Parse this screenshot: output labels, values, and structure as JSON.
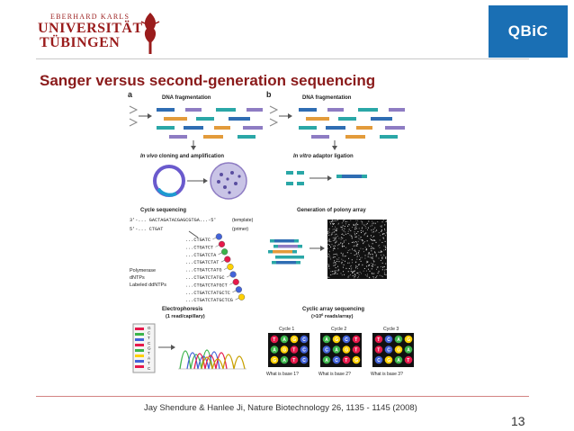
{
  "header": {
    "university_line1": "EBERHARD KARLS",
    "university_line2": "UNIVERSITÄT",
    "university_line3": "TÜBINGEN",
    "partner_logo": "QBiC",
    "title": "Sanger versus second-generation sequencing"
  },
  "figure": {
    "panel_a_label": "a",
    "panel_b_label": "b",
    "a": {
      "step1": "DNA fragmentation",
      "step2_italic": "In vivo",
      "step2_rest": " cloning and amplification",
      "step3": "Cycle sequencing",
      "template_seq": "3'-... GACTAGATACGAGCGTGA...-5'",
      "template_label": "(template)",
      "primer_seq": "5'-... CTGAT",
      "primer_label": "(primer)",
      "ladder": [
        "...CTGATC",
        "...CTGATCT",
        "...CTGATCTA",
        "...CTGATCTAT",
        "...CTGATCTATG",
        "...CTGATCTATGC",
        "...CTGATCTATGCT",
        "...CTGATCTATGCTC",
        "...CTGATCTATGCTCG"
      ],
      "reagents": [
        "Polymerase",
        "dNTPs",
        "Labeled ddNTPs"
      ],
      "step4": "Electrophoresis",
      "step4_sub": "(1 read/capillary)",
      "gel_bases": [
        "G",
        "C",
        "T",
        "C",
        "G",
        "T",
        "A",
        "T",
        "C"
      ]
    },
    "b": {
      "step1": "DNA fragmentation",
      "step2_italic": "In vitro",
      "step2_rest": " adaptor ligation",
      "step3": "Generation of polony array",
      "step4": "Cyclic array sequencing",
      "step4_sub_prefix": "(>10",
      "step4_sub_exp": "6",
      "step4_sub_suffix": " reads/array)",
      "cycles": [
        {
          "label": "Cycle 1",
          "question": "What is base 1?",
          "letters": [
            "T",
            "A",
            "G",
            "C",
            "A",
            "G",
            "T",
            "C",
            "G",
            "A",
            "T",
            "C"
          ]
        },
        {
          "label": "Cycle 2",
          "question": "What is base 2?",
          "letters": [
            "A",
            "G",
            "C",
            "T",
            "C",
            "A",
            "G",
            "T",
            "A",
            "C",
            "T",
            "G"
          ]
        },
        {
          "label": "Cycle 3",
          "question": "What is base 3?",
          "letters": [
            "T",
            "C",
            "A",
            "G",
            "T",
            "C",
            "G",
            "A",
            "C",
            "G",
            "A",
            "T"
          ]
        }
      ]
    }
  },
  "citation": "Jay Shendure & Hanlee Ji, Nature Biotechnology 26, 1135 - 1145 (2008)",
  "page_number": "13",
  "colors": {
    "title": "#8a1a1a",
    "uni_red": "#9a1c1c",
    "qbic_blue": "#1a6fb4",
    "frag_blue": "#2f6db3",
    "frag_purple": "#8e7cc3",
    "frag_orange": "#e39b3b",
    "frag_teal": "#2aa7a7",
    "base_A": "#3cb44b",
    "base_C": "#4363d8",
    "base_G": "#ffd000",
    "base_T": "#e6194b"
  }
}
